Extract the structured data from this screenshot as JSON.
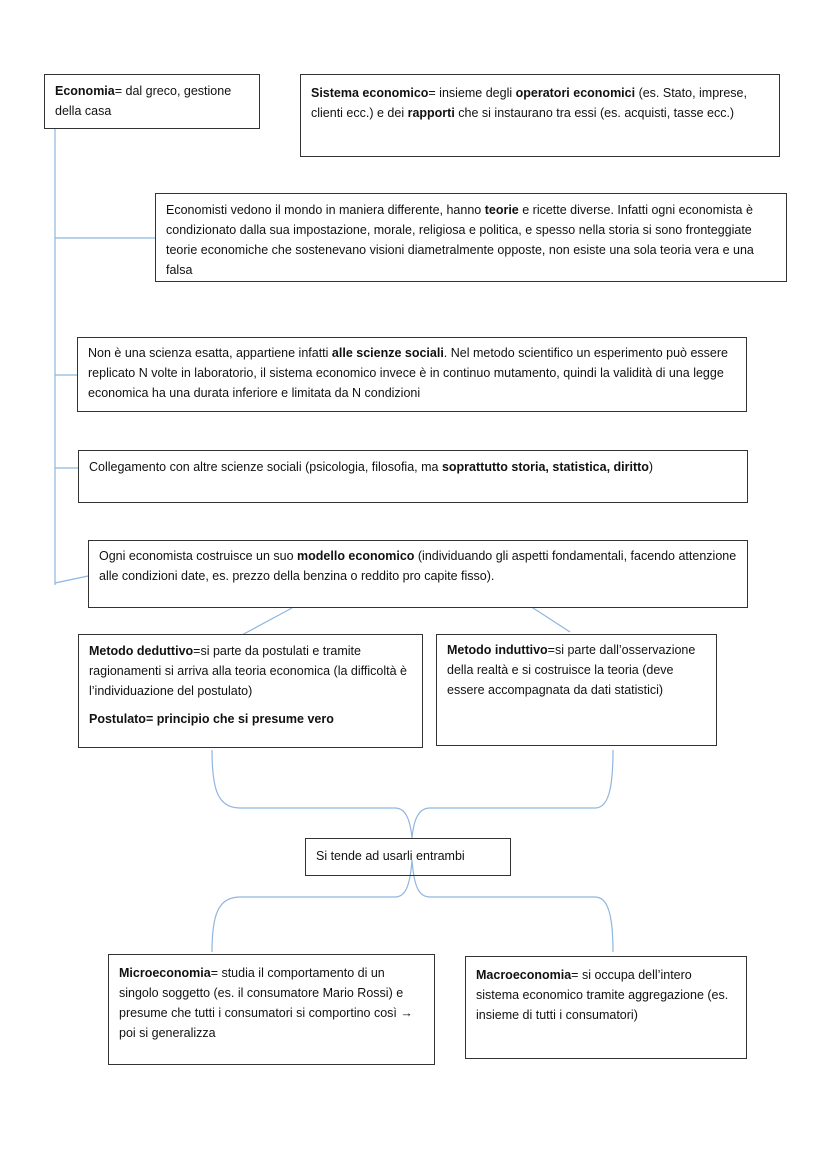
{
  "boxes": {
    "economia": [
      {
        "text": "Economia",
        "bold": true
      },
      {
        "text": "= dal greco, gestione della casa",
        "bold": false
      }
    ],
    "sistema_economico": [
      {
        "text": "Sistema economico",
        "bold": true
      },
      {
        "text": "= insieme degli ",
        "bold": false
      },
      {
        "text": "operatori economici",
        "bold": true
      },
      {
        "text": " (es. Stato, imprese, clienti ecc.) e dei ",
        "bold": false
      },
      {
        "text": "rapporti",
        "bold": true
      },
      {
        "text": " che si instaurano tra essi (es. acquisti, tasse ecc.)",
        "bold": false
      }
    ],
    "economisti": [
      {
        "text": "Economisti vedono il mondo in maniera differente, hanno ",
        "bold": false
      },
      {
        "text": "teorie",
        "bold": true
      },
      {
        "text": " e ricette diverse. Infatti ogni economista è condizionato dalla sua impostazione, morale, religiosa e politica, e spesso nella storia si sono fronteggiate teorie economiche che sostenevano visioni diametralmente opposte, non esiste una sola teoria vera e una falsa",
        "bold": false
      }
    ],
    "scienza": [
      {
        "text": "Non è una scienza esatta, appartiene infatti ",
        "bold": false
      },
      {
        "text": "alle scienze sociali",
        "bold": true
      },
      {
        "text": ". Nel metodo scientifico un esperimento può essere replicato N volte in laboratorio, il sistema economico invece è in continuo mutamento, quindi la validità di una legge economica ha una durata inferiore e limitata da N condizioni",
        "bold": false
      }
    ],
    "collegamento": [
      {
        "text": "Collegamento con altre scienze sociali (psicologia, filosofia, ma ",
        "bold": false
      },
      {
        "text": "soprattutto storia, statistica, diritto",
        "bold": true
      },
      {
        "text": ")",
        "bold": false
      }
    ],
    "modello": [
      {
        "text": "Ogni economista costruisce un suo ",
        "bold": false
      },
      {
        "text": "modello economico",
        "bold": true
      },
      {
        "text": " (individuando gli aspetti fondamentali, facendo attenzione alle condizioni date, es. prezzo della benzina o reddito pro capite fisso).",
        "bold": false
      }
    ],
    "deduttivo": [
      {
        "text": "Metodo deduttivo",
        "bold": true
      },
      {
        "text": "=si parte da postulati e tramite ragionamenti si arriva alla teoria economica (la difficoltà è l’individuazione del postulato)",
        "bold": false
      }
    ],
    "postulato": [
      {
        "text": "Postulato= principio che si presume vero",
        "bold": true
      }
    ],
    "induttivo": [
      {
        "text": "Metodo induttivo",
        "bold": true
      },
      {
        "text": "=si parte dall’osservazione della realtà e si costruisce la teoria (deve essere accompagnata da dati statistici)",
        "bold": false
      }
    ],
    "entrambi": [
      {
        "text": "Si tende ad usarli entrambi",
        "bold": false
      }
    ],
    "micro": [
      {
        "text": "Microeconomia",
        "bold": true
      },
      {
        "text": "= studia il comportamento di un singolo soggetto (es. il consumatore Mario Rossi) e presume che tutti i consumatori si comportino così ",
        "bold": false
      },
      {
        "text": "→",
        "bold": true
      },
      {
        "text": " poi si generalizza",
        "bold": false
      }
    ],
    "macro": [
      {
        "text": "Macroeconomia",
        "bold": true
      },
      {
        "text": "= si occupa dell’intero sistema economico tramite aggregazione (es. insieme di tutti i consumatori)",
        "bold": false
      }
    ]
  }
}
